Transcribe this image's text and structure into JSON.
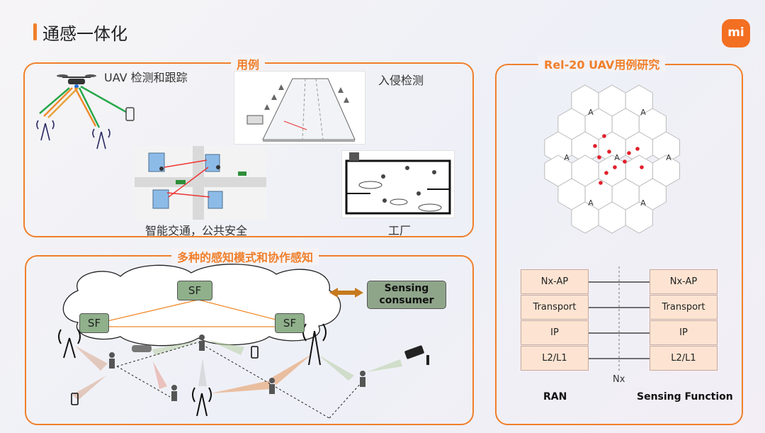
{
  "page": {
    "title": "通感一体化",
    "logo_text": "mi",
    "accent": "#f07f2a"
  },
  "use_cases": {
    "label": "用例",
    "uav_title": "UAV 检测和跟踪",
    "intrusion_title": "入侵检测",
    "traffic_title": "智能交通，公共安全",
    "factory_title": "工厂"
  },
  "modes": {
    "label": "多种的感知模式和协作感知",
    "sf_label": "SF",
    "consumer_line1": "Sensing",
    "consumer_line2": "consumer"
  },
  "rel20": {
    "label": "Rel-20 UAV用例研究",
    "bs_label": "A",
    "ran_stack": [
      "Nx-AP",
      "Transport",
      "IP",
      "L2/L1"
    ],
    "sf_stack": [
      "Nx-AP",
      "Transport",
      "IP",
      "L2/L1"
    ],
    "ran_label": "RAN",
    "sf_side_label": "Sensing Function",
    "interface_label": "Nx"
  }
}
